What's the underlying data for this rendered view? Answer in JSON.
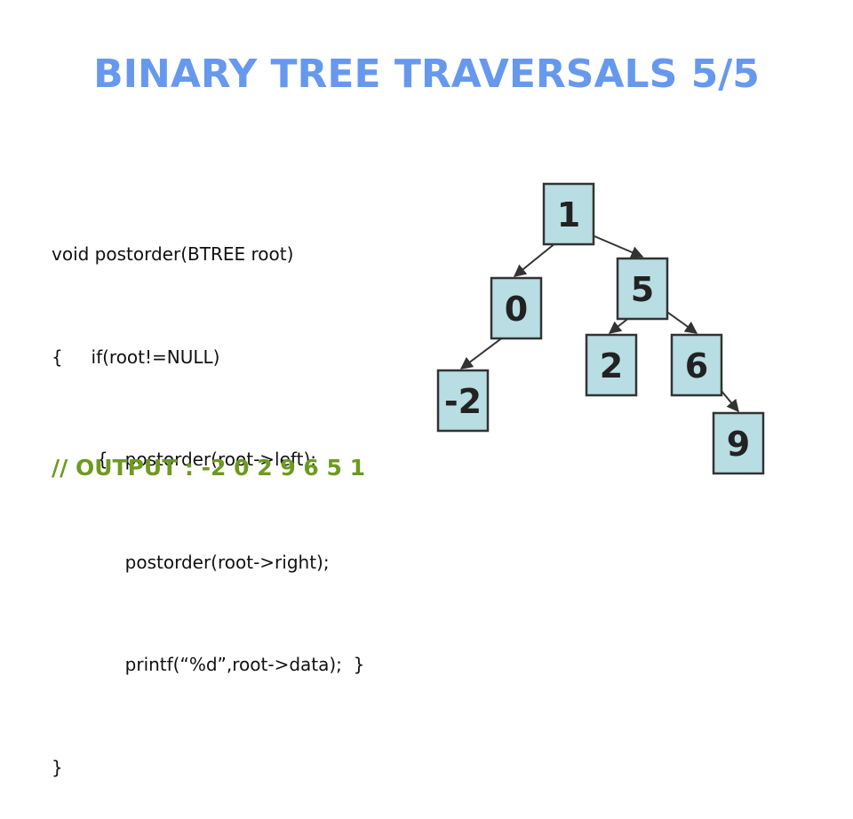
{
  "slide": {
    "title": "BINARY TREE TRAVERSALS 5/5",
    "code_lines": [
      "void postorder(BTREE root)",
      "{     if(root!=NULL)",
      "        {   postorder(root->left);",
      "             postorder(root->right);",
      "             printf(“%d”,root->data);  }",
      "}"
    ],
    "output": "// OUTPUT : -2 0 2 9 6 5 1"
  },
  "tree": {
    "node_fill": "#b8dde3",
    "node_stroke": "#333333",
    "nodes": [
      {
        "id": "n1",
        "label": "1",
        "parent": null
      },
      {
        "id": "n0",
        "label": "0",
        "parent": "n1"
      },
      {
        "id": "n5",
        "label": "5",
        "parent": "n1"
      },
      {
        "id": "nm2",
        "label": "-2",
        "parent": "n0"
      },
      {
        "id": "n2",
        "label": "2",
        "parent": "n5"
      },
      {
        "id": "n6",
        "label": "6",
        "parent": "n5"
      },
      {
        "id": "n9",
        "label": "9",
        "parent": "n6"
      }
    ]
  }
}
